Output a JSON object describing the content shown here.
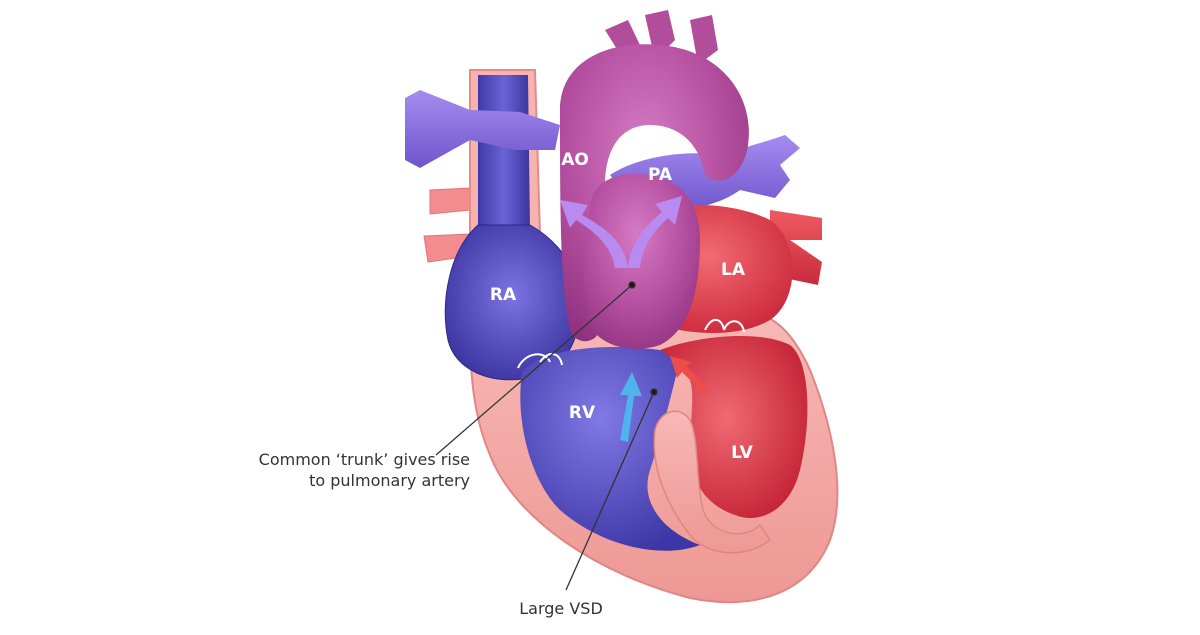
{
  "labels": {
    "ao": "AO",
    "pa": "PA",
    "ra": "RA",
    "la": "LA",
    "rv": "RV",
    "lv": "LV"
  },
  "callouts": {
    "trunk_line1": "Common ‘trunk’ gives rise",
    "trunk_line2": "to pulmonary artery",
    "vsd": "Large VSD"
  },
  "colors": {
    "muscle": "#f3a8a6",
    "muscle_dark": "#e47f80",
    "deoxygenated": "#5a4fc0",
    "oxygenated": "#d8394a",
    "trunk": "#b0509a",
    "pulmonary": "#8a6fe0",
    "arrow_blue": "#4fb3ee",
    "arrow_red": "#ee4b4b",
    "arrow_purple": "#b98af0",
    "leader": "#333333"
  },
  "icons": {
    "heart": "heart-anatomy-illustration"
  }
}
